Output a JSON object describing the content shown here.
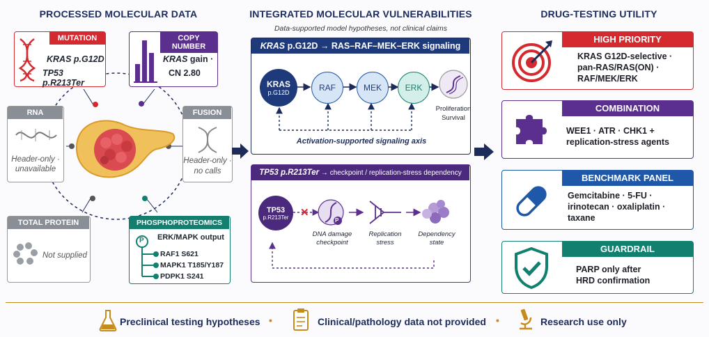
{
  "columns": {
    "left_title": "PROCESSED MOLECULAR DATA",
    "mid_title": "INTEGRATED MOLECULAR VULNERABILITIES",
    "mid_subtitle": "Data-supported model hypotheses, not clinical claims",
    "right_title": "DRUG-TESTING UTILITY"
  },
  "left": {
    "mutation": {
      "tag": "MUTATION",
      "line1_gene": "KRAS",
      "line1_rest": " p.G12D",
      "line2": "TP53 p.R213Ter"
    },
    "copy_number": {
      "tag": "COPY NUMBER",
      "line1_gene": "KRAS",
      "line1_rest": " gain ·",
      "line2": "CN 2.80"
    },
    "rna": {
      "tag": "RNA",
      "text1": "Header-only ·",
      "text2": "unavailable"
    },
    "fusion": {
      "tag": "FUSION",
      "text1": "Header-only ·",
      "text2": "no calls"
    },
    "total_protein": {
      "tag": "TOTAL PROTEIN",
      "text": "Not supplied"
    },
    "phospho": {
      "tag": "PHOSPHOPROTEOMICS",
      "title": "ERK/MAPK output",
      "items": [
        "RAF1 S621",
        "MAPK1 T185/Y187",
        "PDPK1 S241"
      ],
      "p_symbol": "P"
    }
  },
  "kras_panel": {
    "title_gene": "KRAS",
    "title_rest": " p.G12D → RAS–RAF–MEK–ERK signaling",
    "nodes": {
      "kras": "KRAS",
      "kras_sub": "p.G12D",
      "raf": "RAF",
      "mek": "MEK",
      "erk": "ERK"
    },
    "outcome1": "Proliferation",
    "outcome2": "Survival",
    "axis_label": "Activation-supported signaling axis"
  },
  "tp53_panel": {
    "title_gene": "TP53 p.R213Ter",
    "title_rest": " → checkpoint / replication-stress dependency",
    "node": "TP53",
    "node_sub": "p.R213Ter",
    "steps": [
      {
        "l1": "DNA damage",
        "l2": "checkpoint"
      },
      {
        "l1": "Replication",
        "l2": "stress"
      },
      {
        "l1": "Dependency",
        "l2": "state"
      }
    ],
    "p_symbol": "P"
  },
  "drugs": [
    {
      "head": "HIGH PRIORITY",
      "lines": [
        "KRAS G12D-selective ·",
        "pan-RAS/RAS(ON) ·",
        "RAF/MEK/ERK"
      ],
      "color": "#d42a2f"
    },
    {
      "head": "COMBINATION",
      "lines": [
        "WEE1 · ATR · CHK1 +",
        "replication-stress agents"
      ],
      "color": "#5a2f8e"
    },
    {
      "head": "BENCHMARK PANEL",
      "lines": [
        "Gemcitabine · 5-FU ·",
        "irinotecan · oxaliplatin ·",
        "taxane"
      ],
      "color": "#1f58a8"
    },
    {
      "head": "GUARDRAIL",
      "lines": [
        "PARP only after",
        "HRD confirmation"
      ],
      "color": "#13806f"
    }
  ],
  "footer": {
    "items": [
      "Preclinical testing hypotheses",
      "Clinical/pathology data not provided",
      "Research use only"
    ],
    "sep": "•"
  },
  "colors": {
    "navy": "#1c2b5a",
    "red": "#d42a2f",
    "purple": "#5a2f8e",
    "blue": "#1f58a8",
    "teal": "#13806f",
    "grey": "#7b7f86",
    "gold": "#c58b1c"
  }
}
